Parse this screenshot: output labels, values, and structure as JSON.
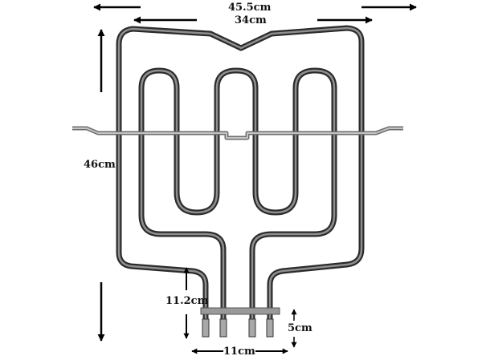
{
  "dimensions": {
    "overall_width": "45.5cm",
    "inner_width": "34cm",
    "height": "46cm",
    "leg_height": "11.2cm",
    "terminal_length": "5cm",
    "terminal_spacing": "11cm"
  },
  "colors": {
    "element_outline": "#2b2b2b",
    "element_core": "#8f8f8f",
    "bracket": "#9a9a9a",
    "arrow": "#000000",
    "terminal": "#a8a8a8"
  }
}
